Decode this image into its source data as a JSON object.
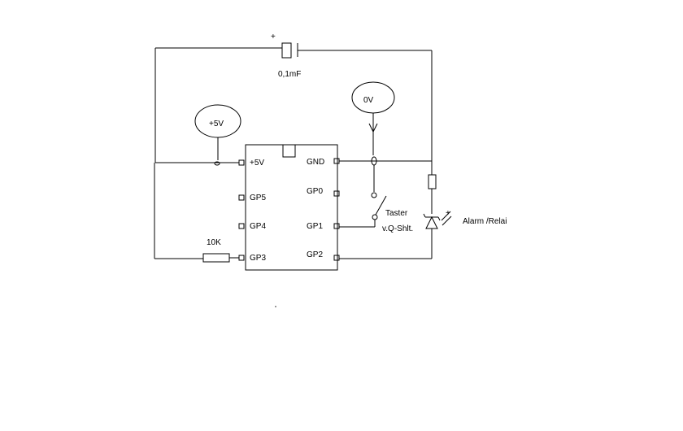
{
  "labels": {
    "capacitor_plus": "+",
    "capacitor_value": "0,1mF",
    "supply_positive": "+5V",
    "supply_ground": "0V",
    "resistor_value": "10K",
    "switch_line1": "Taster",
    "switch_line2": "v.Q-Shlt.",
    "led_plus": "+",
    "output_load": "Alarm /Relai"
  },
  "chip": {
    "pins_left": [
      "+5V",
      "GP5",
      "GP4",
      "GP3"
    ],
    "pins_right": [
      "GND",
      "GP0",
      "GP1",
      "GP2"
    ]
  }
}
